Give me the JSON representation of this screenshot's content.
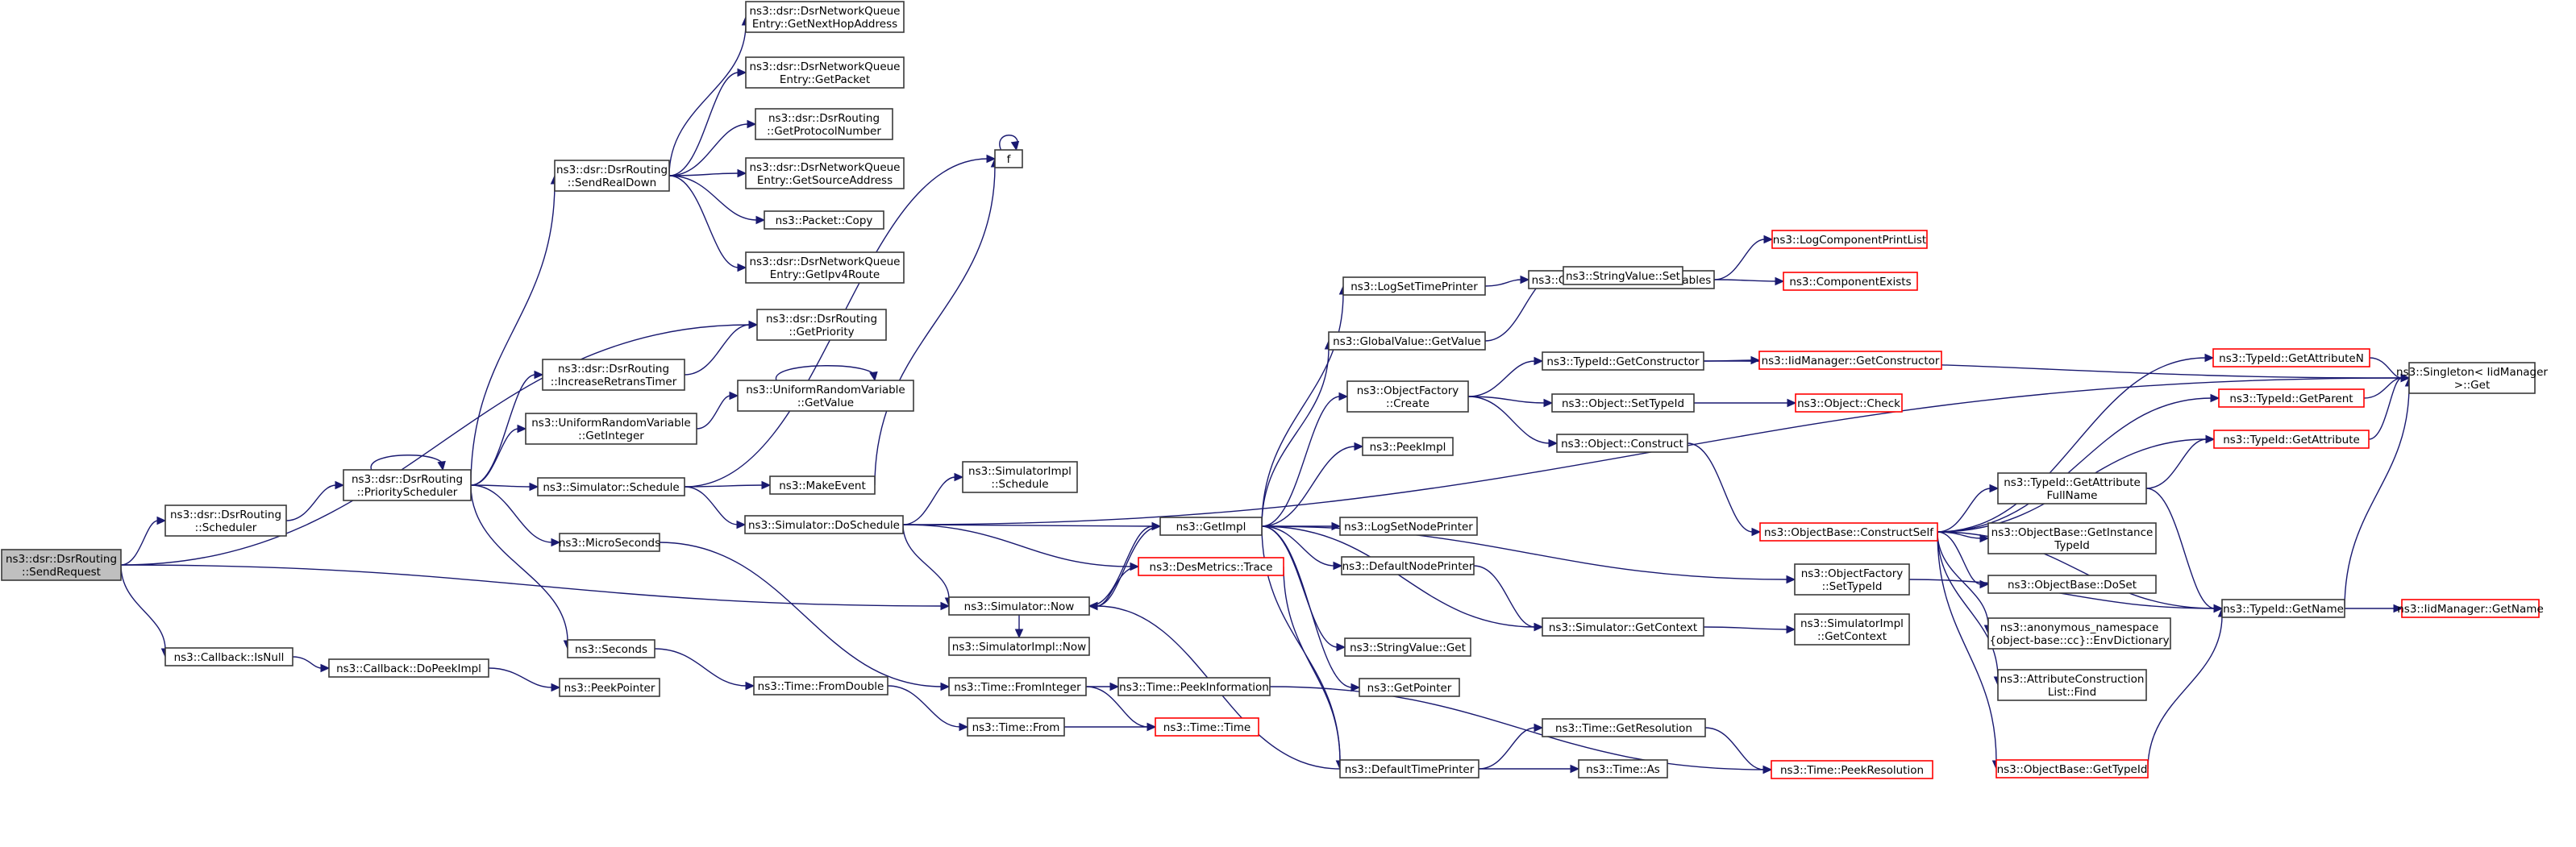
{
  "diagram": {
    "title": "",
    "nodes": [
      {
        "id": "sendRequest",
        "lines": [
          "ns3::dsr::DsrRouting",
          "::SendRequest"
        ],
        "style": "root"
      },
      {
        "id": "scheduler",
        "lines": [
          "ns3::dsr::DsrRouting",
          "::Scheduler"
        ]
      },
      {
        "id": "isNull",
        "lines": [
          "ns3::Callback::IsNull"
        ]
      },
      {
        "id": "priorityScheduler",
        "lines": [
          "ns3::dsr::DsrRouting",
          "::PriorityScheduler"
        ]
      },
      {
        "id": "doPeekImpl",
        "lines": [
          "ns3::Callback::DoPeekImpl"
        ]
      },
      {
        "id": "peekPointer",
        "lines": [
          "ns3::PeekPointer"
        ]
      },
      {
        "id": "sendRealDown",
        "lines": [
          "ns3::dsr::DsrRouting",
          "::SendRealDown"
        ]
      },
      {
        "id": "getNextHop",
        "lines": [
          "ns3::dsr::DsrNetworkQueue",
          "Entry::GetNextHopAddress"
        ]
      },
      {
        "id": "getPacket",
        "lines": [
          "ns3::dsr::DsrNetworkQueue",
          "Entry::GetPacket"
        ]
      },
      {
        "id": "getProtocolNumber",
        "lines": [
          "ns3::dsr::DsrRouting",
          "::GetProtocolNumber"
        ]
      },
      {
        "id": "getSourceAddress",
        "lines": [
          "ns3::dsr::DsrNetworkQueue",
          "Entry::GetSourceAddress"
        ]
      },
      {
        "id": "packetCopy",
        "lines": [
          "ns3::Packet::Copy"
        ]
      },
      {
        "id": "getIpv4Route",
        "lines": [
          "ns3::dsr::DsrNetworkQueue",
          "Entry::GetIpv4Route"
        ]
      },
      {
        "id": "getPriority",
        "lines": [
          "ns3::dsr::DsrRouting",
          "::GetPriority"
        ]
      },
      {
        "id": "increaseRetrans",
        "lines": [
          "ns3::dsr::DsrRouting",
          "::IncreaseRetransTimer"
        ]
      },
      {
        "id": "urvGetInteger",
        "lines": [
          "ns3::UniformRandomVariable",
          "::GetInteger"
        ]
      },
      {
        "id": "urvGetValue",
        "lines": [
          "ns3::UniformRandomVariable",
          "::GetValue"
        ]
      },
      {
        "id": "simSchedule",
        "lines": [
          "ns3::Simulator::Schedule"
        ]
      },
      {
        "id": "microSeconds",
        "lines": [
          "ns3::MicroSeconds"
        ]
      },
      {
        "id": "seconds",
        "lines": [
          "ns3::Seconds"
        ]
      },
      {
        "id": "f",
        "lines": [
          "f"
        ]
      },
      {
        "id": "makeEvent",
        "lines": [
          "ns3::MakeEvent"
        ]
      },
      {
        "id": "doSchedule",
        "lines": [
          "ns3::Simulator::DoSchedule"
        ]
      },
      {
        "id": "simImplSchedule",
        "lines": [
          "ns3::SimulatorImpl",
          "::Schedule"
        ]
      },
      {
        "id": "simNow",
        "lines": [
          "ns3::Simulator::Now"
        ]
      },
      {
        "id": "simImplNow",
        "lines": [
          "ns3::SimulatorImpl::Now"
        ]
      },
      {
        "id": "timeFromDouble",
        "lines": [
          "ns3::Time::FromDouble"
        ]
      },
      {
        "id": "timeFromInteger",
        "lines": [
          "ns3::Time::FromInteger"
        ]
      },
      {
        "id": "timeFrom",
        "lines": [
          "ns3::Time::From"
        ]
      },
      {
        "id": "peekInformation",
        "lines": [
          "ns3::Time::PeekInformation"
        ]
      },
      {
        "id": "timeTime",
        "lines": [
          "ns3::Time::Time"
        ],
        "style": "red"
      },
      {
        "id": "getImpl",
        "lines": [
          "ns3::GetImpl"
        ]
      },
      {
        "id": "desMetricsTrace",
        "lines": [
          "ns3::DesMetrics::Trace"
        ],
        "style": "red"
      },
      {
        "id": "logSetTimePrinter",
        "lines": [
          "ns3::LogSetTimePrinter"
        ]
      },
      {
        "id": "globalValueGetValue",
        "lines": [
          "ns3::GlobalValue::GetValue"
        ]
      },
      {
        "id": "objectFactoryCreate",
        "lines": [
          "ns3::ObjectFactory",
          "::Create"
        ]
      },
      {
        "id": "peekImpl",
        "lines": [
          "ns3::PeekImpl"
        ]
      },
      {
        "id": "logSetNodePrinter",
        "lines": [
          "ns3::LogSetNodePrinter"
        ]
      },
      {
        "id": "defaultNodePrinter",
        "lines": [
          "ns3::DefaultNodePrinter"
        ]
      },
      {
        "id": "stringValueGet",
        "lines": [
          "ns3::StringValue::Get"
        ]
      },
      {
        "id": "getPointer",
        "lines": [
          "ns3::GetPointer"
        ]
      },
      {
        "id": "defaultTimePrinter",
        "lines": [
          "ns3::DefaultTimePrinter"
        ]
      },
      {
        "id": "checkEnvVars",
        "lines": [
          "ns3::CheckEnvironmentVariables"
        ]
      },
      {
        "id": "stringValueSet",
        "lines": [
          "ns3::StringValue::Set"
        ]
      },
      {
        "id": "typeIdGetConstructor",
        "lines": [
          "ns3::TypeId::GetConstructor"
        ]
      },
      {
        "id": "objectSetTypeId",
        "lines": [
          "ns3::Object::SetTypeId"
        ]
      },
      {
        "id": "objectConstruct",
        "lines": [
          "ns3::Object::Construct"
        ]
      },
      {
        "id": "objectFactorySetTypeId",
        "lines": [
          "ns3::ObjectFactory",
          "::SetTypeId"
        ]
      },
      {
        "id": "simGetContext",
        "lines": [
          "ns3::Simulator::GetContext"
        ]
      },
      {
        "id": "simImplGetContext",
        "lines": [
          "ns3::SimulatorImpl",
          "::GetContext"
        ]
      },
      {
        "id": "timeGetResolution",
        "lines": [
          "ns3::Time::GetResolution"
        ]
      },
      {
        "id": "timeAs",
        "lines": [
          "ns3::Time::As"
        ]
      },
      {
        "id": "peekResolution",
        "lines": [
          "ns3::Time::PeekResolution"
        ],
        "style": "red"
      },
      {
        "id": "logComponentPrintList",
        "lines": [
          "ns3::LogComponentPrintList"
        ],
        "style": "red"
      },
      {
        "id": "componentExists",
        "lines": [
          "ns3::ComponentExists"
        ],
        "style": "red"
      },
      {
        "id": "iidGetConstructor",
        "lines": [
          "ns3::IidManager::GetConstructor"
        ],
        "style": "red"
      },
      {
        "id": "objectCheck",
        "lines": [
          "ns3::Object::Check"
        ],
        "style": "red"
      },
      {
        "id": "constructSelf",
        "lines": [
          "ns3::ObjectBase::ConstructSelf"
        ],
        "style": "red"
      },
      {
        "id": "getAttributeN",
        "lines": [
          "ns3::TypeId::GetAttributeN"
        ],
        "style": "red"
      },
      {
        "id": "getParent",
        "lines": [
          "ns3::TypeId::GetParent"
        ],
        "style": "red"
      },
      {
        "id": "getAttribute",
        "lines": [
          "ns3::TypeId::GetAttribute"
        ],
        "style": "red"
      },
      {
        "id": "getAttributeFullName",
        "lines": [
          "ns3::TypeId::GetAttribute",
          "FullName"
        ]
      },
      {
        "id": "getInstanceTypeId",
        "lines": [
          "ns3::ObjectBase::GetInstance",
          "TypeId"
        ]
      },
      {
        "id": "doSet",
        "lines": [
          "ns3::ObjectBase::DoSet"
        ]
      },
      {
        "id": "envDictionary",
        "lines": [
          "ns3::anonymous_namespace",
          "{object-base::cc}::EnvDictionary"
        ]
      },
      {
        "id": "attrConstructionFind",
        "lines": [
          "ns3::AttributeConstruction",
          "List::Find"
        ]
      },
      {
        "id": "objectBaseGetTypeId",
        "lines": [
          "ns3::ObjectBase::GetTypeId"
        ],
        "style": "red"
      },
      {
        "id": "typeIdGetName",
        "lines": [
          "ns3::TypeId::GetName"
        ]
      },
      {
        "id": "iidGetName",
        "lines": [
          "ns3::IidManager::GetName"
        ],
        "style": "red"
      },
      {
        "id": "singletonGet",
        "lines": [
          "ns3::Singleton< IidManager",
          " >::Get"
        ]
      }
    ],
    "edges": [
      [
        "sendRequest",
        "scheduler"
      ],
      [
        "sendRequest",
        "isNull"
      ],
      [
        "sendRequest",
        "getPriority"
      ],
      [
        "sendRequest",
        "simNow"
      ],
      [
        "scheduler",
        "priorityScheduler"
      ],
      [
        "isNull",
        "doPeekImpl"
      ],
      [
        "doPeekImpl",
        "peekPointer"
      ],
      [
        "priorityScheduler",
        "priorityScheduler"
      ],
      [
        "priorityScheduler",
        "sendRealDown"
      ],
      [
        "priorityScheduler",
        "increaseRetrans"
      ],
      [
        "priorityScheduler",
        "urvGetInteger"
      ],
      [
        "priorityScheduler",
        "simSchedule"
      ],
      [
        "priorityScheduler",
        "microSeconds"
      ],
      [
        "priorityScheduler",
        "seconds"
      ],
      [
        "sendRealDown",
        "getNextHop"
      ],
      [
        "sendRealDown",
        "getPacket"
      ],
      [
        "sendRealDown",
        "getProtocolNumber"
      ],
      [
        "sendRealDown",
        "getSourceAddress"
      ],
      [
        "sendRealDown",
        "packetCopy"
      ],
      [
        "sendRealDown",
        "getIpv4Route"
      ],
      [
        "increaseRetrans",
        "getPriority"
      ],
      [
        "urvGetInteger",
        "urvGetValue"
      ],
      [
        "urvGetValue",
        "urvGetValue"
      ],
      [
        "simSchedule",
        "f"
      ],
      [
        "simSchedule",
        "makeEvent"
      ],
      [
        "simSchedule",
        "doSchedule"
      ],
      [
        "f",
        "f"
      ],
      [
        "makeEvent",
        "f"
      ],
      [
        "doSchedule",
        "simImplSchedule"
      ],
      [
        "doSchedule",
        "getImpl"
      ],
      [
        "doSchedule",
        "desMetricsTrace"
      ],
      [
        "doSchedule",
        "simNow"
      ],
      [
        "doSchedule",
        "singletonGet"
      ],
      [
        "simNow",
        "getImpl"
      ],
      [
        "simNow",
        "simImplNow"
      ],
      [
        "microSeconds",
        "timeFromInteger"
      ],
      [
        "seconds",
        "timeFromDouble"
      ],
      [
        "timeFromDouble",
        "timeFrom"
      ],
      [
        "timeFrom",
        "timeTime"
      ],
      [
        "timeFromInteger",
        "peekInformation"
      ],
      [
        "timeFromInteger",
        "timeTime"
      ],
      [
        "peekInformation",
        "peekResolution"
      ],
      [
        "desMetricsTrace",
        "simNow"
      ],
      [
        "desMetricsTrace",
        "defaultTimePrinter"
      ],
      [
        "getImpl",
        "logSetTimePrinter"
      ],
      [
        "getImpl",
        "globalValueGetValue"
      ],
      [
        "getImpl",
        "objectFactoryCreate"
      ],
      [
        "getImpl",
        "peekImpl"
      ],
      [
        "getImpl",
        "logSetNodePrinter"
      ],
      [
        "getImpl",
        "defaultNodePrinter"
      ],
      [
        "getImpl",
        "stringValueGet"
      ],
      [
        "getImpl",
        "getPointer"
      ],
      [
        "getImpl",
        "defaultTimePrinter"
      ],
      [
        "getImpl",
        "objectFactorySetTypeId"
      ],
      [
        "getImpl",
        "simGetContext"
      ],
      [
        "getImpl",
        "simNow"
      ],
      [
        "logSetTimePrinter",
        "checkEnvVars"
      ],
      [
        "checkEnvVars",
        "logComponentPrintList"
      ],
      [
        "checkEnvVars",
        "componentExists"
      ],
      [
        "globalValueGetValue",
        "stringValueSet"
      ],
      [
        "objectFactoryCreate",
        "typeIdGetConstructor"
      ],
      [
        "objectFactoryCreate",
        "objectSetTypeId"
      ],
      [
        "objectFactoryCreate",
        "objectConstruct"
      ],
      [
        "typeIdGetConstructor",
        "iidGetConstructor"
      ],
      [
        "typeIdGetConstructor",
        "singletonGet"
      ],
      [
        "objectSetTypeId",
        "objectCheck"
      ],
      [
        "objectConstruct",
        "constructSelf"
      ],
      [
        "defaultNodePrinter",
        "simGetContext"
      ],
      [
        "simGetContext",
        "simImplGetContext"
      ],
      [
        "defaultTimePrinter",
        "timeGetResolution"
      ],
      [
        "defaultTimePrinter",
        "timeAs"
      ],
      [
        "defaultTimePrinter",
        "simNow"
      ],
      [
        "timeGetResolution",
        "peekResolution"
      ],
      [
        "objectFactorySetTypeId",
        "typeIdGetName"
      ],
      [
        "constructSelf",
        "getAttributeN"
      ],
      [
        "constructSelf",
        "getParent"
      ],
      [
        "constructSelf",
        "getAttribute"
      ],
      [
        "constructSelf",
        "getAttributeFullName"
      ],
      [
        "constructSelf",
        "getInstanceTypeId"
      ],
      [
        "constructSelf",
        "doSet"
      ],
      [
        "constructSelf",
        "envDictionary"
      ],
      [
        "constructSelf",
        "attrConstructionFind"
      ],
      [
        "constructSelf",
        "objectBaseGetTypeId"
      ],
      [
        "constructSelf",
        "typeIdGetName"
      ],
      [
        "getAttributeN",
        "singletonGet"
      ],
      [
        "getParent",
        "singletonGet"
      ],
      [
        "getAttribute",
        "singletonGet"
      ],
      [
        "getAttributeFullName",
        "getAttribute"
      ],
      [
        "getAttributeFullName",
        "typeIdGetName"
      ],
      [
        "typeIdGetName",
        "singletonGet"
      ],
      [
        "typeIdGetName",
        "iidGetName"
      ],
      [
        "objectBaseGetTypeId",
        "typeIdGetName"
      ]
    ]
  }
}
